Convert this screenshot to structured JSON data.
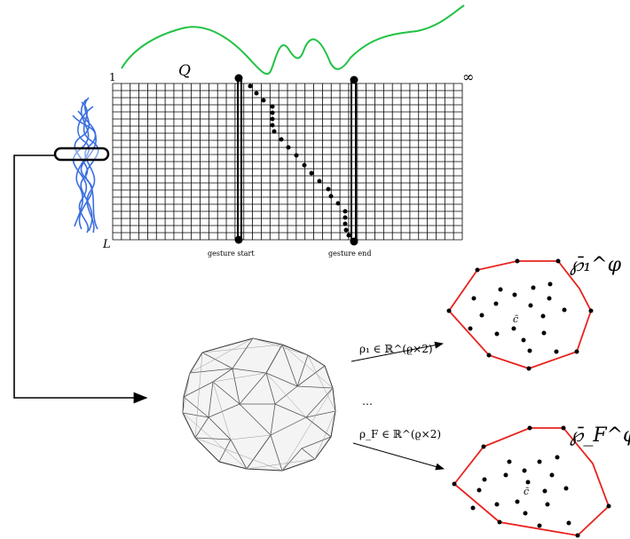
{
  "grid": {
    "top_left_label": "1",
    "top_right_label": "∞",
    "grid_name_label": "Q",
    "bottom_left_label": "L",
    "gesture_start_label": "gesture start",
    "gesture_end_label": "gesture end"
  },
  "projections": {
    "rho_1_label": "ρ₁ ∈ ℝ^(ϱ×2)",
    "rho_F_label": "ρ_F ∈ ℝ^(ϱ×2)",
    "ellipsis": "…"
  },
  "polygons": [
    {
      "label": "℘̄₁^φ",
      "centroid_label": "c̄"
    },
    {
      "label": "℘̄_F^φ",
      "centroid_label": "c̄"
    }
  ],
  "colors": {
    "curve": "#22c244",
    "waves": "#3b6fe0",
    "hull": "#e8231e",
    "grid": "#000000"
  }
}
